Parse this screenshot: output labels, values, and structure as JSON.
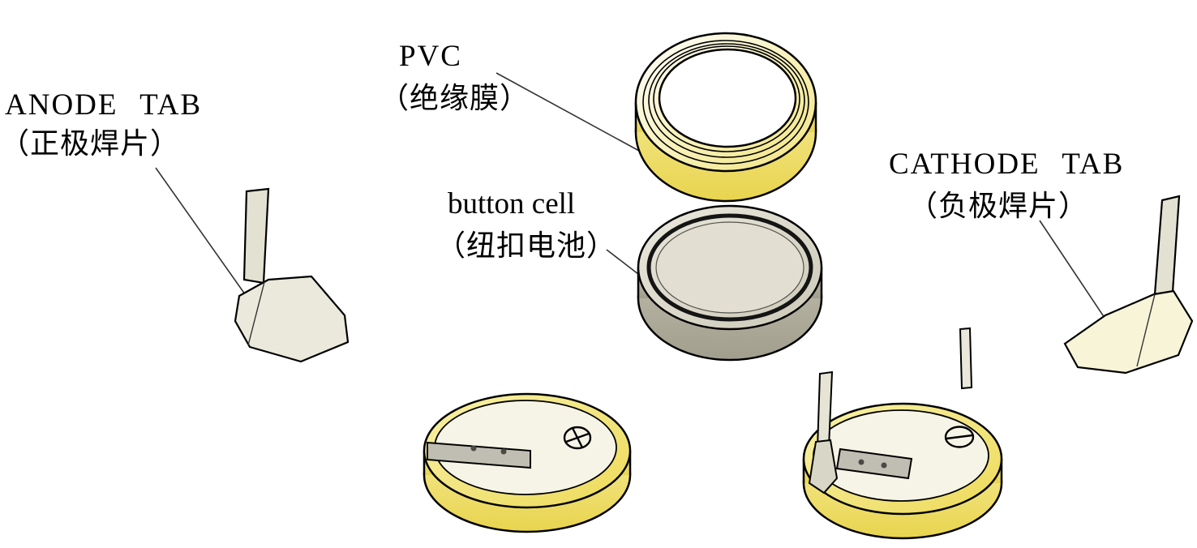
{
  "labels": {
    "anode": {
      "en": "ANODE TAB",
      "zh": "（正极焊片）"
    },
    "pvc": {
      "en": "PVC",
      "zh": "（绝缘膜）"
    },
    "cell": {
      "en": "button cell",
      "zh": "（纽扣电池）"
    },
    "cathode": {
      "en": "CATHODE TAB",
      "zh": "（负极焊片）"
    }
  },
  "symbols": {
    "anode_polarity": "⊕",
    "cathode_polarity": "⊖"
  },
  "colors": {
    "pvc_yellow": "#eed95c",
    "ring_top": "#f8f1bb",
    "cell_top": "#dcd9cb",
    "cell_side": "#b2af9f",
    "tab_gray": "#c0beb3",
    "stem_cream": "#e3e1d2",
    "pad_cream": "#ebe9db",
    "pad_pale_yellow": "#f7f4d8",
    "face_cream": "#f6f4e6",
    "outline": "#000000"
  }
}
